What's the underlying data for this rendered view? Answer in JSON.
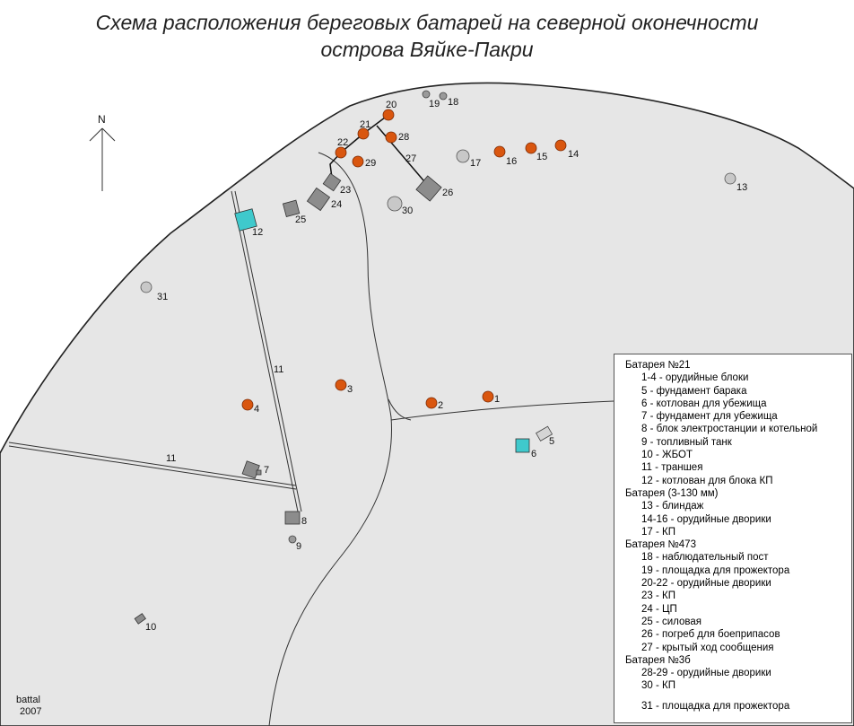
{
  "title": {
    "line1": "Схема расположения береговых батарей на северной оконечности",
    "line2": "острова Вяйке-Пакри"
  },
  "north_label": "N",
  "author": {
    "name": "battal",
    "year": "2007"
  },
  "colors": {
    "land": "#e6e6e6",
    "gun_position": "#d9560f",
    "concrete_block": "#8c8c8c",
    "shelter_pit": "#3fc9cc",
    "light_marker": "#c8c8c8"
  },
  "map_labels": {
    "l1": "1",
    "l2": "2",
    "l3": "3",
    "l4": "4",
    "l5": "5",
    "l6": "6",
    "l7": "7",
    "l8": "8",
    "l9": "9",
    "l10": "10",
    "l11a": "11",
    "l11b": "11",
    "l12": "12",
    "l13": "13",
    "l14": "14",
    "l15": "15",
    "l16": "16",
    "l17": "17",
    "l18": "18",
    "l19": "19",
    "l20": "20",
    "l21": "21",
    "l22": "22",
    "l23": "23",
    "l24": "24",
    "l25": "25",
    "l26": "26",
    "l27": "27",
    "l28": "28",
    "l29": "29",
    "l30": "30",
    "l31": "31"
  },
  "legend": {
    "groups": [
      {
        "heading": "Батарея №21",
        "items": [
          "1-4 - орудийные блоки",
          "5 - фундамент барака",
          "6 - котлован для убежища",
          "7 - фундамент для убежища",
          "8 - блок электростанции и котельной",
          "9 - топливный танк",
          "10 - ЖБОТ",
          "11 - траншея",
          "12 - котлован для блока КП"
        ]
      },
      {
        "heading": "Батарея (3-130 мм)",
        "items": [
          "13 - блиндаж",
          "14-16 - орудийные дворики",
          "17 - КП"
        ]
      },
      {
        "heading": "Батарея №473",
        "items": [
          "18 - наблюдательный пост",
          "19 - площадка для прожектора",
          "20-22 - орудийные дворики",
          "23 - КП",
          "24 - ЦП",
          "25 - силовая",
          "26 - погреб для боеприпасов",
          "27 - крытый ход сообщения"
        ]
      },
      {
        "heading": "Батарея №3б",
        "items": [
          "28-29 - орудийные дворики",
          "30 - КП"
        ]
      }
    ],
    "footer_item": "31 - площадка для прожектора"
  }
}
